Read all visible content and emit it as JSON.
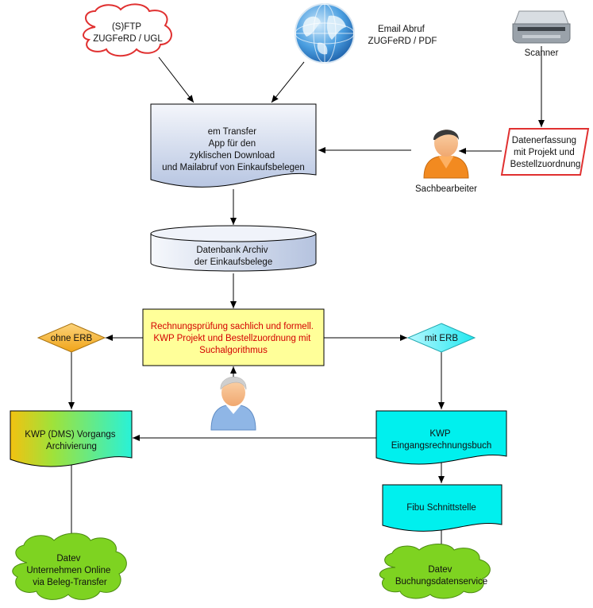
{
  "nodes": {
    "sftp": [
      "(S)FTP",
      "ZUGFeRD / UGL"
    ],
    "email": [
      "Email Abruf",
      "ZUGFeRD / PDF"
    ],
    "scanner": [
      "Scanner"
    ],
    "transfer": [
      "em Transfer",
      "App für den",
      "zyklischen Download",
      "und Mailabruf von Einkaufsbelegen"
    ],
    "datenerfassung": [
      "Datenerfassung",
      "mit Projekt und",
      "Bestellzuordnung"
    ],
    "sachbearbeiter": [
      "Sachbearbeiter"
    ],
    "datenbank": [
      "Datenbank Archiv",
      "der Einkaufsbelege"
    ],
    "pruefung": [
      "Rechnungsprüfung sachlich und formell.",
      "KWP Projekt und Bestellzuordnung mit",
      "Suchalgorithmus"
    ],
    "ohne_erb": [
      "ohne ERB"
    ],
    "mit_erb": [
      "mit ERB"
    ],
    "dms": [
      "KWP (DMS) Vorgangs",
      "Archivierung"
    ],
    "eingangsbuch": [
      "KWP",
      "Eingangsrechnungsbuch"
    ],
    "fibu": [
      "Fibu Schnittstelle"
    ],
    "datev_online": [
      "Datev",
      "Unternehmen Online",
      "via Beleg-Transfer"
    ],
    "datev_buchung": [
      "Datev",
      "Buchungsdatenservice"
    ]
  },
  "colors": {
    "cloud_red_border": "#e03030",
    "document_fill": "#c8d4ea",
    "yellow_box": "#ffff99",
    "diamond_orange": "#f5b83d",
    "diamond_cyan": "#3ef0f0",
    "cyan_doc": "#00f0ee",
    "green_cloud": "#7ed321",
    "red_text": "#d40000"
  }
}
